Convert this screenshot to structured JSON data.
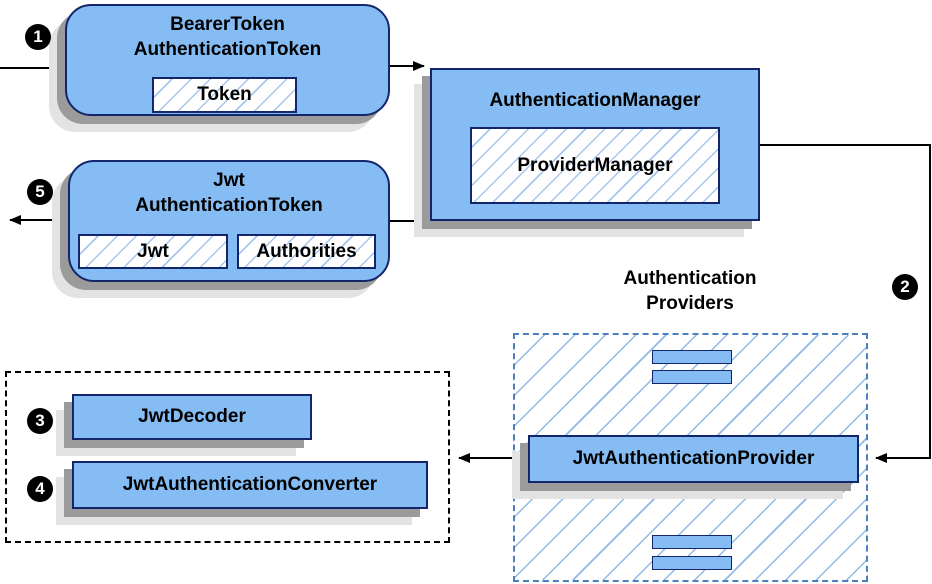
{
  "nodes": {
    "bearer_token": {
      "title_line1": "BearerToken",
      "title_line2": "AuthenticationToken",
      "chip": "Token"
    },
    "authentication_manager": {
      "title": "AuthenticationManager",
      "chip": "ProviderManager"
    },
    "jwt_authentication_token": {
      "title_line1": "Jwt",
      "title_line2": "AuthenticationToken",
      "chip_jwt": "Jwt",
      "chip_authorities": "Authorities"
    },
    "jwt_authentication_provider": {
      "title": "JwtAuthenticationProvider"
    },
    "jwt_decoder": {
      "title": "JwtDecoder"
    },
    "jwt_authentication_converter": {
      "title": "JwtAuthenticationConverter"
    }
  },
  "labels": {
    "providers_line1": "Authentication",
    "providers_line2": "Providers"
  },
  "steps": {
    "one": "1",
    "two": "2",
    "three": "3",
    "four": "4",
    "five": "5"
  },
  "colors": {
    "node_fill": "#85bcf3",
    "node_border": "#13266b",
    "hatch_line": "#a6c6ee",
    "group_dashed_border": "#4b7fc0",
    "shadow_dark": "#9b9b9b",
    "shadow_light": "#e3e3e3",
    "arrow": "#000000"
  }
}
